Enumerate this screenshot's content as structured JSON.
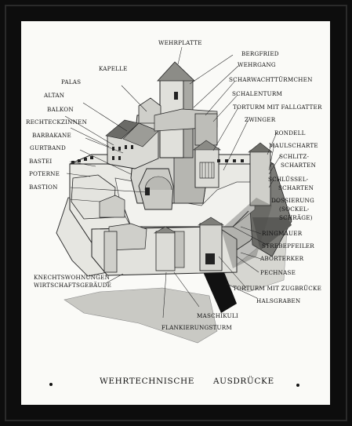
{
  "title": {
    "part1": "WEHRTECHNISCHE",
    "part2": "AUSDRÜCKE"
  },
  "labels": {
    "wehrplatte": "WEHRPLATTE",
    "bergfried": "BERGFRIED",
    "wehrgang": "WEHRGANG",
    "kapelle": "KAPELLE",
    "scharwachttuermchen": "SCHARWACHTTÜRMCHEN",
    "palas": "PALAS",
    "schalenturm": "SCHALENTURM",
    "altan": "ALTAN",
    "torturm_fallgatter": "TORTURM MIT FALLGATTER",
    "balkon": "BALKON",
    "zwinger": "ZWINGER",
    "rechteckzinnen": "RECHTECKZINNEN",
    "rondell": "RONDELL",
    "barbakane": "BARBAKANE",
    "maulscharte": "MAULSCHARTE",
    "gurtband": "GURTBAND",
    "schlitzscharten_1": "SCHLITZ-",
    "schlitzscharten_2": "SCHARTEN",
    "bastei": "BASTEI",
    "poterne": "POTERNE",
    "schluesselscharten_1": "SCHLÜSSEL-",
    "schluesselscharten_2": "SCHARTEN",
    "bastion": "BASTION",
    "dossierung_1": "DOSSIERUNG",
    "dossierung_2": "(SOCKEL-",
    "dossierung_3": "SCHRÄGE)",
    "ringmauer": "RINGMAUER",
    "strebepfeiler": "STREBEPFEILER",
    "aborterker": "ABORTERKER",
    "knechtswohnungen": "KNECHTSWOHNUNGEN",
    "wirtschaftsgebaeude": "WIRTSCHAFTSGEBÄUDE",
    "pechnase": "PECHNASE",
    "torturm_zugbruecke": "TORTURM MIT ZUGBRÜCKE",
    "halsgraben": "HALSGRABEN",
    "maschikuli": "MASCHIKULI",
    "flankierungsturm": "FLANKIERUNGSTURM"
  }
}
